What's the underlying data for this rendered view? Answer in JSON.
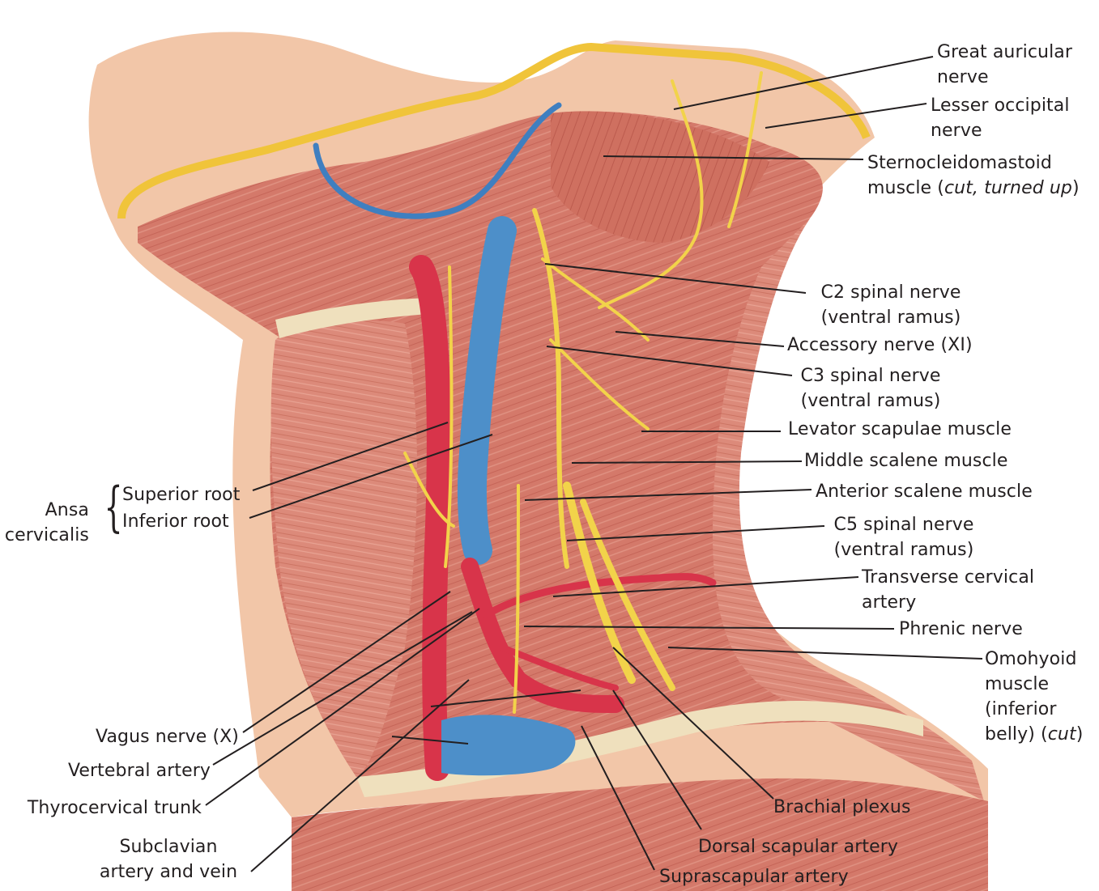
{
  "labels": {
    "great_auricular": [
      "Great auricular",
      "nerve"
    ],
    "lesser_occipital": [
      "Lesser occipital",
      "nerve"
    ],
    "scm": {
      "line1": "Sternocleidomastoid",
      "line2_a": "muscle (",
      "line2_i": "cut, turned up",
      "line2_b": ")"
    },
    "c2": [
      "C2 spinal nerve",
      "(ventral ramus)"
    ],
    "accessory": "Accessory nerve (XI)",
    "c3": [
      "C3 spinal nerve",
      "(ventral ramus)"
    ],
    "levator": "Levator scapulae muscle",
    "middle_scalene": "Middle scalene muscle",
    "anterior_scalene": "Anterior scalene muscle",
    "c5": [
      "C5 spinal nerve",
      "(ventral ramus)"
    ],
    "transverse_cervical": [
      "Transverse cervical",
      "artery"
    ],
    "phrenic": "Phrenic nerve",
    "omohyoid": {
      "l1": "Omohyoid",
      "l2": "muscle",
      "l3": "(inferior",
      "l4_a": "belly) (",
      "l4_i": "cut",
      "l4_b": ")"
    },
    "brachial": "Brachial plexus",
    "dorsal_scapular": "Dorsal scapular artery",
    "suprascapular": "Suprascapular artery",
    "subclavian": [
      "Subclavian",
      "artery and vein"
    ],
    "thyrocervical": "Thyrocervical trunk",
    "vertebral": "Vertebral artery",
    "vagus": "Vagus nerve (X)",
    "ansa": [
      "Ansa",
      "cervicalis"
    ],
    "brace": "{",
    "superior_root": "Superior root",
    "inferior_root": "Inferior root"
  },
  "colors": {
    "skin": "#f2c6a8",
    "muscle": "#d67f6e",
    "muscle_dark": "#b85449",
    "artery": "#d8344a",
    "vein": "#4d8fc9",
    "nerve": "#f2d34a",
    "fat": "#f0c43a",
    "leader": "#231f20"
  }
}
